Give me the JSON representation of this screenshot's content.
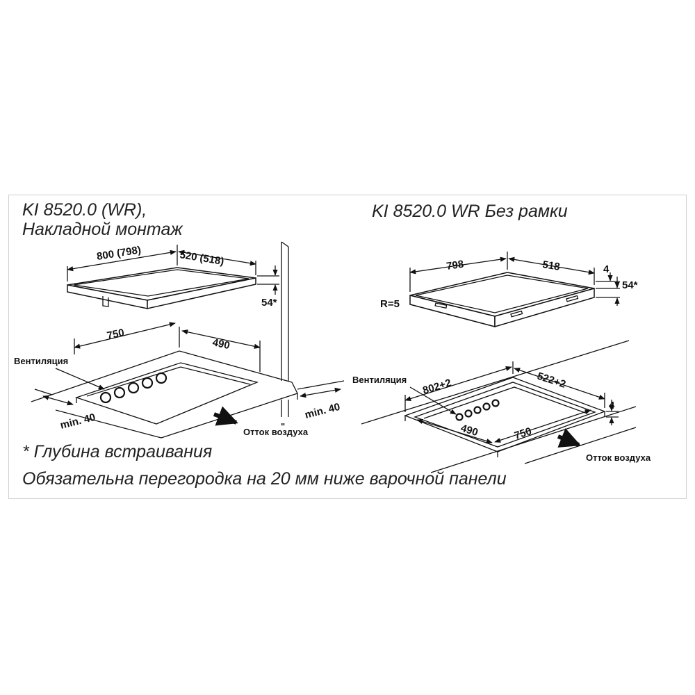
{
  "left": {
    "title_line1": "KI 8520.0 (WR),",
    "title_line2": "Накладной монтаж",
    "dim_width": "800 (798)",
    "dim_depth": "520 (518)",
    "dim_height": "54*",
    "cut_width": "750",
    "cut_depth": "490",
    "ventilation": "Вентиляция",
    "min_left": "min. 40",
    "min_right": "min. 40",
    "air_outflow": "Отток воздуха"
  },
  "right": {
    "title": "KI 8520.0 WR Без рамки",
    "dim_width": "798",
    "dim_depth": "518",
    "dim_top": "4",
    "dim_height": "54*",
    "radius": "R=5",
    "ventilation": "Вентиляция",
    "cut_width": "802+2",
    "cut_depth": "522+2",
    "step": "4",
    "inner_depth": "490",
    "inner_width": "750",
    "air_outflow": "Отток воздуха"
  },
  "notes": {
    "depth_note": "* Глубина встраивания",
    "partition_note": "Обязательна перегородка на 20 мм ниже варочной панели"
  }
}
